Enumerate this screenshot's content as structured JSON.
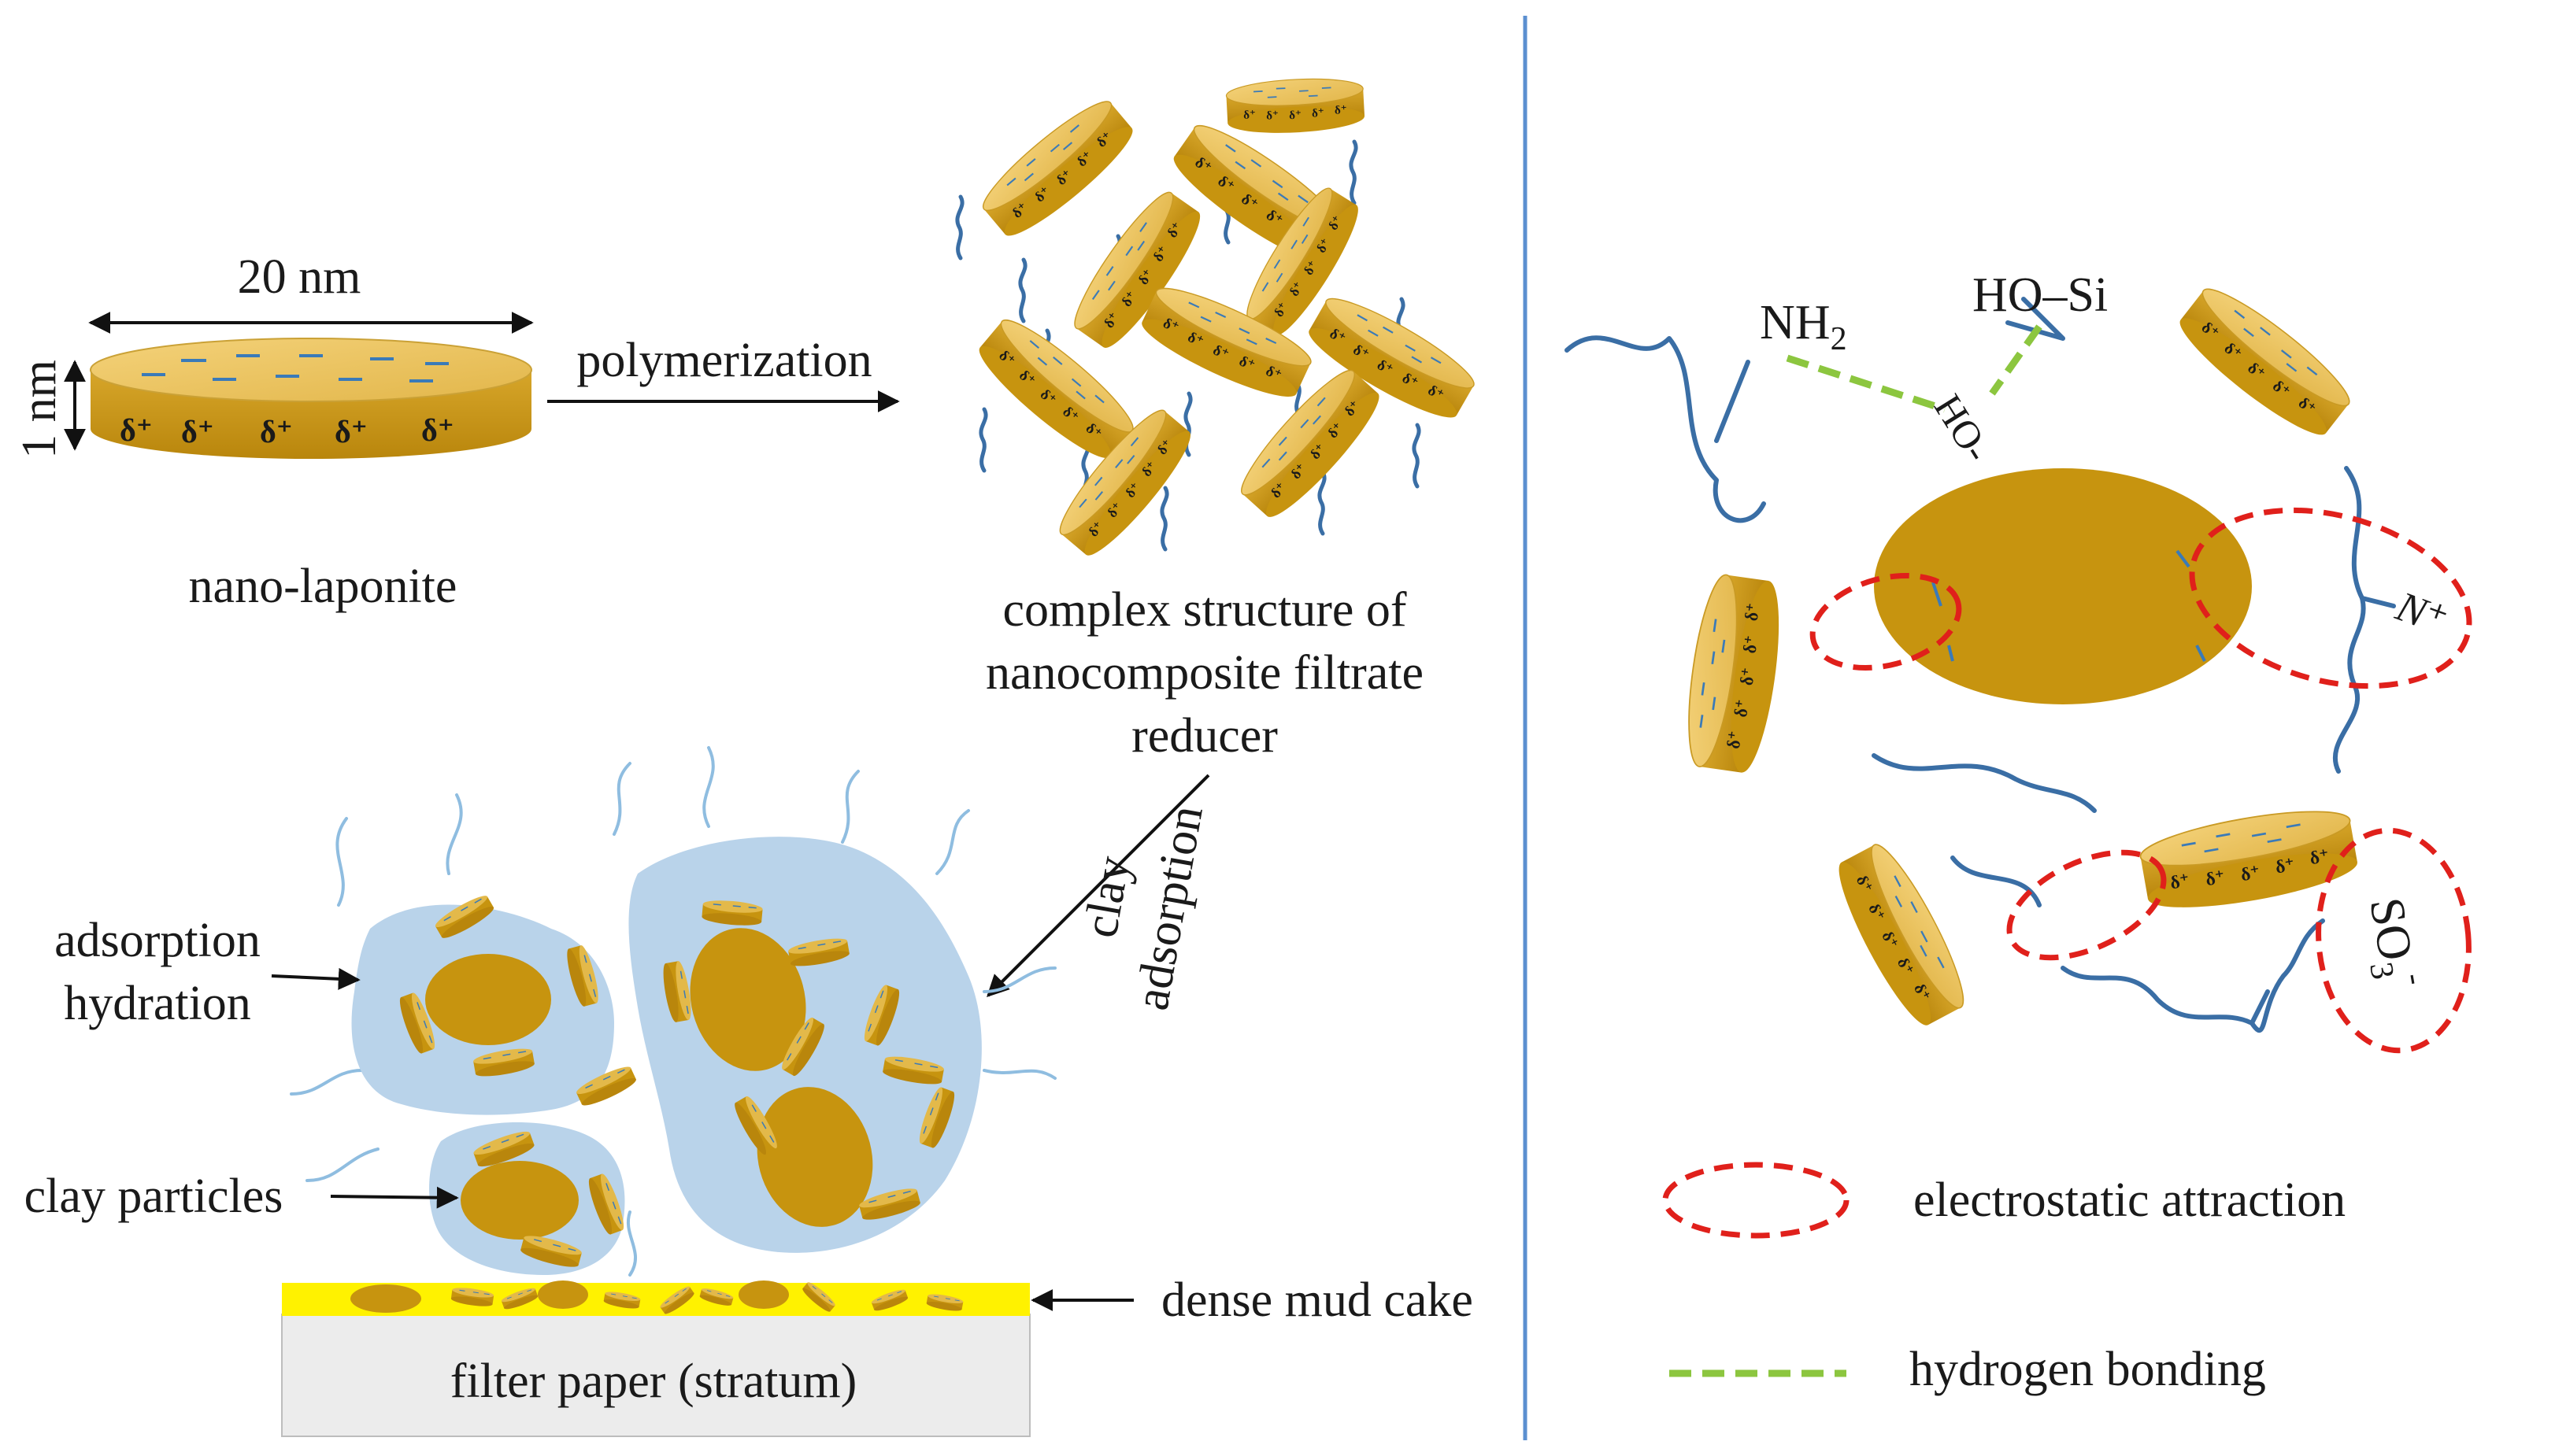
{
  "laponite": {
    "width_label": "20 nm",
    "height_label": "1 nm",
    "name": "nano-laponite",
    "charge": "δ⁺",
    "charges": [
      "δ⁺",
      "δ⁺",
      "δ⁺",
      "δ⁺",
      "δ⁺"
    ]
  },
  "arrow_polymerization": "polymerization",
  "complex_structure": {
    "line1": "complex structure of",
    "line2": "nanocomposite filtrate",
    "line3": "reducer"
  },
  "clay_adsorption": {
    "line1": "clay",
    "line2": "adsorption"
  },
  "bottom_left": {
    "adsorption_hydration_line1": "adsorption",
    "adsorption_hydration_line2": "hydration",
    "clay_particles": "clay particles",
    "dense_mud_cake": "dense mud cake",
    "filter_paper": "filter paper (stratum)"
  },
  "right_panel": {
    "nh2": "NH",
    "nh2_sub": "2",
    "ho_si": "HO–Si",
    "ho_minus": "HO-",
    "n_plus": "N⁺",
    "so3": "SO",
    "so3_sub": "3",
    "so3_sup": "-",
    "delta": "δ⁺"
  },
  "legend": {
    "electrostatic": "electrostatic attraction",
    "hydrogen": "hydrogen bonding"
  },
  "colors": {
    "clay": "#c7940f",
    "clay_top": "#e3b94a",
    "clay_edge": "#9a6f06",
    "polymer": "#3a6ea5",
    "hydration": "#b9d3ea",
    "divider": "#5b8fd0",
    "mud_cake": "#fff200",
    "filter_paper": "#ececec",
    "electrostatic": "#e0201b",
    "hydrogen": "#8cc63f",
    "ho_minus": "#29a9e0"
  }
}
